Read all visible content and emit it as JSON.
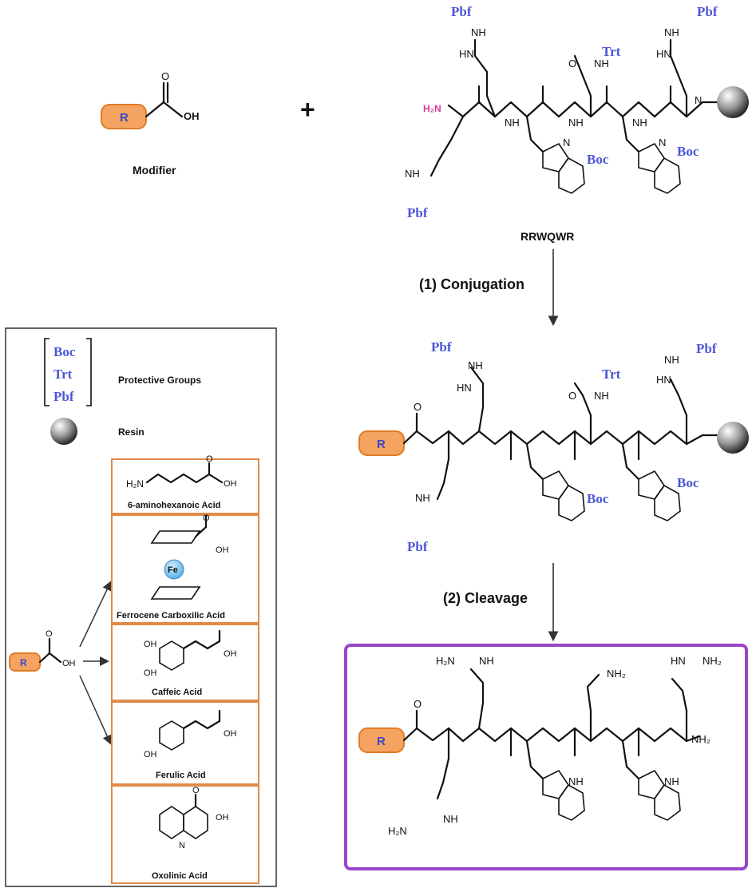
{
  "modifier": {
    "r_label": "R",
    "oh": "OH",
    "o": "O",
    "title": "Modifier"
  },
  "plus": "+",
  "peptide": {
    "name": "RRWQWR",
    "h2n": "H₂N",
    "pbf": "Pbf",
    "trt": "Trt",
    "boc": "Boc",
    "nh": "NH",
    "hn": "HN",
    "n": "N",
    "o": "O"
  },
  "steps": {
    "conjugation": "(1) Conjugation",
    "cleavage": "(2) Cleavage"
  },
  "legend": {
    "protective_groups": [
      "Boc",
      "Trt",
      "Pbf"
    ],
    "protective_label": "Protective Groups",
    "resin_label": "Resin"
  },
  "modifiers": [
    {
      "name": "6-aminohexanoic Acid",
      "formula": "H₂N"
    },
    {
      "name": "Ferrocene Carboxilic Acid",
      "metal": "Fe"
    },
    {
      "name": "Caffeic Acid"
    },
    {
      "name": "Ferulic Acid"
    },
    {
      "name": "Oxolinic Acid"
    }
  ],
  "product": {
    "nh2": "NH₂",
    "h2n": "H₂N"
  },
  "colors": {
    "protecting_group": "#4b56d6",
    "r_group_fill": "#f4a460",
    "r_group_border": "#e07b26",
    "product_box": "#9b45c9",
    "modifier_box": "#e08a4a",
    "amine_highlight": "#d23c9b"
  }
}
